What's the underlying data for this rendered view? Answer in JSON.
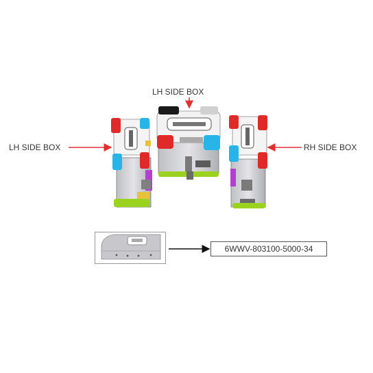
{
  "labels": {
    "top_lh": "LH SIDE BOX",
    "left_lh": "LH SIDE BOX",
    "right_rh": "RH SIDE BOX"
  },
  "part": {
    "number": "6WWV-803100-5000-34"
  },
  "colors": {
    "arrow": "#e03030",
    "red": "#e02a2a",
    "blue": "#27b4e8",
    "purple": "#b23fd0",
    "green": "#9ad21f",
    "yellow": "#e8c23a",
    "grey": "#c9c9cc"
  }
}
